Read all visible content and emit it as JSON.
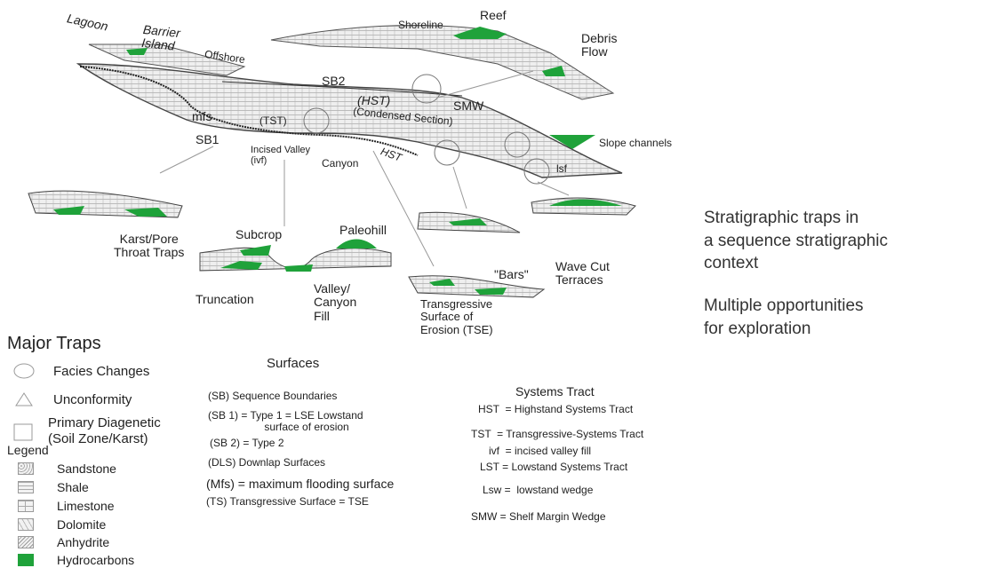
{
  "diagram": {
    "labels": {
      "lagoon": "Lagoon",
      "barrier_island": "Barrier\nIsland",
      "offshore": "Offshore",
      "shoreline": "Shoreline",
      "reef": "Reef",
      "debris_flow": "Debris\nFlow",
      "sb2": "SB2",
      "hst": "(HST)",
      "condensed_section": "(Condensed Section)",
      "smw": "SMW",
      "mfs": "mfs",
      "tst": "(TST)",
      "sb1": "SB1",
      "incised_valley": "Incised Valley\n(ivf)",
      "canyon": "Canyon",
      "hst_slope": "HST",
      "slope_channels": "Slope channels",
      "lsf": "lsf",
      "karst": "Karst/Pore\nThroat Traps",
      "subcrop": "Subcrop",
      "paleohill": "Paleohill",
      "truncation": "Truncation",
      "valley_fill": "Valley/\nCanyon\nFill",
      "tse": "Transgressive\nSurface of\nErosion (TSE)",
      "bars": "\"Bars\"",
      "wave_cut": "Wave Cut\nTerraces"
    }
  },
  "side_text": {
    "title": "Stratigraphic traps in\na sequence stratigraphic\ncontext",
    "subtitle": "Multiple opportunities\nfor exploration"
  },
  "major_traps": {
    "title": "Major Traps",
    "items": [
      {
        "label": "Facies Changes",
        "icon": "circle-icon"
      },
      {
        "label": "Unconformity",
        "icon": "triangle-icon"
      },
      {
        "label": "Primary Diagenetic\n(Soil Zone/Karst)",
        "icon": "square-icon"
      }
    ]
  },
  "legend": {
    "title": "Legend",
    "items": [
      {
        "label": "Sandstone",
        "icon": "sandstone-icon"
      },
      {
        "label": "Shale",
        "icon": "shale-icon"
      },
      {
        "label": "Limestone",
        "icon": "limestone-icon"
      },
      {
        "label": "Dolomite",
        "icon": "dolomite-icon"
      },
      {
        "label": "Anhydrite",
        "icon": "anhydrite-icon"
      },
      {
        "label": "Hydrocarbons",
        "icon": "hydrocarbons-icon",
        "color": "#1fa23a"
      }
    ]
  },
  "surfaces": {
    "title": "Surfaces",
    "items": [
      "(SB) Sequence Boundaries",
      "(SB 1) = Type 1 = LSE Lowstand\n                   surface of erosion",
      "(SB 2) = Type 2",
      "(DLS) Downlap Surfaces",
      "(Mfs) = maximum flooding surface",
      "(TS) Transgressive Surface = TSE"
    ]
  },
  "systems_tract": {
    "title": "Systems Tract",
    "items": [
      "HST  = Highstand Systems Tract",
      "TST  = Transgressive-Systems Tract",
      "ivf  = incised valley fill",
      "LST = Lowstand Systems Tract",
      "Lsw =  lowstand wedge",
      "SMW = Shelf Margin Wedge"
    ]
  },
  "colors": {
    "hydrocarbon": "#1fa23a",
    "line": "#444444",
    "fill": "#e9e9e9"
  }
}
